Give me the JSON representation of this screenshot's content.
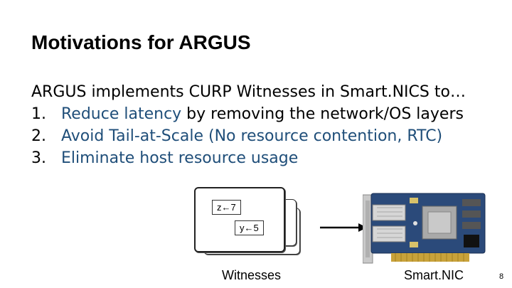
{
  "slide": {
    "title": "Motivations for ARGUS",
    "intro": "ARGUS implements CURP Witnesses in Smart.NICS to…",
    "items": [
      {
        "num": "1.",
        "highlight": "Reduce latency",
        "rest": " by removing the network/OS layers"
      },
      {
        "num": "2.",
        "highlight": "Avoid Tail-at-Scale (No resource contention, RTC)",
        "rest": ""
      },
      {
        "num": "3.",
        "highlight": "Eliminate host resource usage",
        "rest": ""
      }
    ],
    "page_number": "8"
  },
  "diagram": {
    "witness_entry_1": "z←7",
    "witness_entry_2": "y←5",
    "witnesses_caption": "Witnesses",
    "smartnic_caption": "Smart.NIC"
  },
  "colors": {
    "accent": "#1f4e79",
    "text": "#000000"
  },
  "icons": {
    "arrow": "right-arrow-icon",
    "nic": "smartnic-card-image"
  }
}
